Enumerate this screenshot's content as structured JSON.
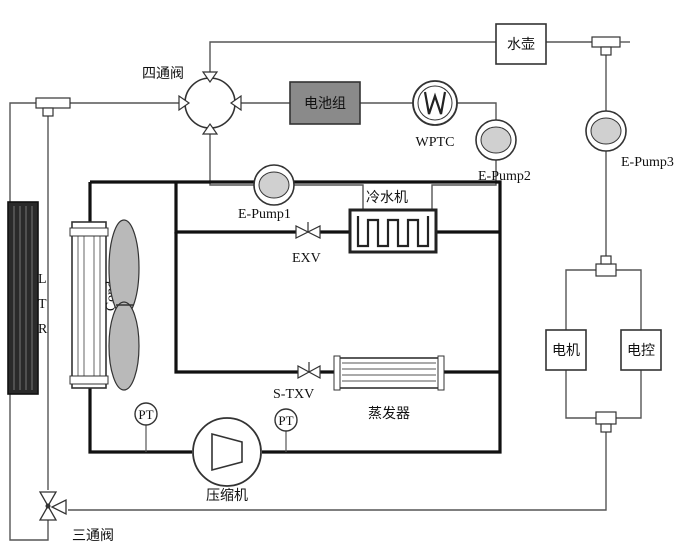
{
  "labels": {
    "four_way_valve": "四通阀",
    "battery": "电池组",
    "wptc": "WPTC",
    "kettle": "水壶",
    "e_pump1": "E-Pump1",
    "e_pump2": "E-Pump2",
    "e_pump3": "E-Pump3",
    "chiller": "冷水机",
    "exv": "EXV",
    "cond": "Cond",
    "ltr_l": "L",
    "ltr_t": "T",
    "ltr_r": "R",
    "s_txv": "S-TXV",
    "evaporator": "蒸发器",
    "pt1": "PT",
    "pt2": "PT",
    "compressor": "压缩机",
    "three_way_valve": "三通阀",
    "motor": "电机",
    "controller": "电控"
  },
  "colors": {
    "battery_fill": "#8a8a8a",
    "ltr_fill": "#2a2a2a",
    "fan_fill": "#b9b9b9"
  }
}
